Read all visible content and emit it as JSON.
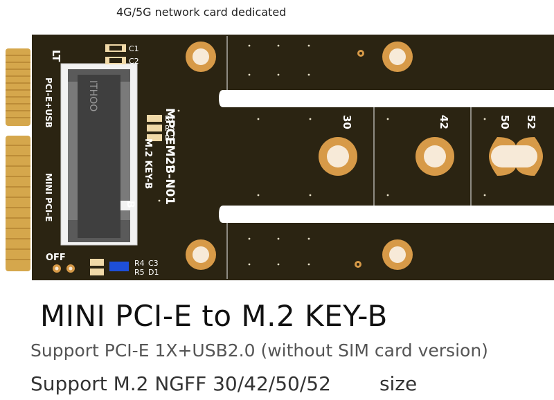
{
  "caption_top": "4G/5G network card dedicated",
  "board_silkscreen": {
    "corner_label": "LT",
    "bus_label": "PCI-E+USB",
    "slot_label": "MINI PCI-E",
    "chip_text": "ITHOO",
    "model": "MPCEM2B-N01",
    "key_label": "M.2 KEY-B",
    "key_letter": "B",
    "switch_label": "OFF",
    "components": [
      "C1",
      "C2",
      "R1",
      "R3",
      "R2",
      "R4",
      "C3",
      "R5",
      "D1"
    ],
    "sizes": [
      "30",
      "42",
      "50",
      "52"
    ]
  },
  "headline": "MINI PCI-E to M.2 KEY-B",
  "support_line_1": "Support PCI-E 1X+USB2.0 (without SIM card version)",
  "support_line_2_prefix": "Support M.2 NGFF 30/42/50/52",
  "support_line_2_suffix": "size",
  "colors": {
    "pcb": "#2b2412",
    "gold": "#d79a48",
    "pad": "#f7ead8",
    "silkscreen": "#ffffff",
    "connector": "#4a4a4a"
  }
}
